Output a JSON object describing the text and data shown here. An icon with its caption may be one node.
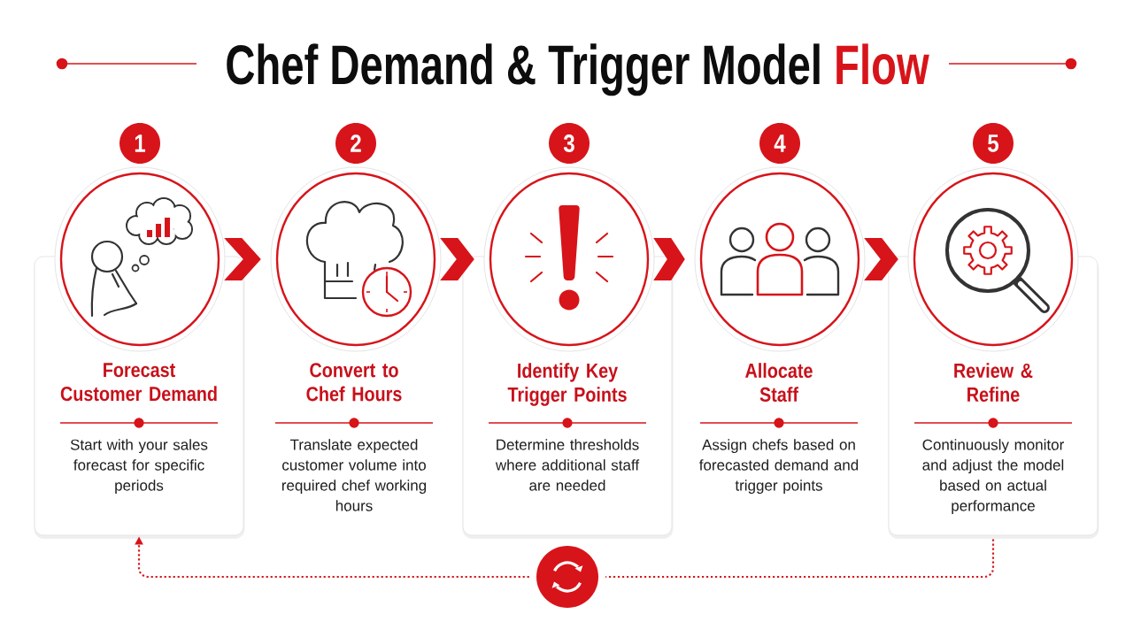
{
  "diagram": {
    "title": "Chef Demand & Trigger Model Flow",
    "nodes": [
      {
        "text": [
          "1"
        ]
      },
      {
        "text": [
          "2"
        ]
      },
      {
        "text": [
          "3"
        ]
      },
      {
        "text": [
          "4"
        ]
      },
      {
        "text": [
          "5"
        ]
      },
      {
        "text": [],
        "shape": "picture"
      },
      {
        "text": [],
        "shape": "picture"
      },
      {
        "text": [],
        "shape": "picture"
      },
      {
        "text": [],
        "shape": "picture"
      },
      {
        "text": [],
        "shape": "picture"
      },
      {
        "text": [
          "Forecast Customer Demand",
          "Start with your sales forecast for specific periods"
        ]
      },
      {
        "text": [
          "Convert to Chef Hours",
          "Translate expected customer volume into required chef working hours"
        ]
      },
      {
        "text": [
          "Identify Key Trigger Points",
          "Determine thresholds where additional staff are needed"
        ]
      },
      {
        "text": [
          "Allocate Staff",
          "Assign chefs based on forecasted demand and trigger points"
        ]
      },
      {
        "text": [
          "Review & Refine",
          "Continuously monitor and adjust the model based on actual performance"
        ]
      },
      {
        "text": [],
        "shape": "circle"
      }
    ],
    "edges": [
      {
        "from": 5,
        "to": 6,
        "arrow": "to"
      },
      {
        "from": 6,
        "to": 7,
        "arrow": "to"
      },
      {
        "from": 7,
        "to": 8,
        "arrow": "to"
      },
      {
        "from": 8,
        "to": 9,
        "arrow": "to"
      },
      {
        "from": 14,
        "to": 15,
        "arrow": "none",
        "style": "dashed"
      },
      {
        "from": 15,
        "to": 10,
        "arrow": "to",
        "style": "dashed"
      }
    ]
  }
}
